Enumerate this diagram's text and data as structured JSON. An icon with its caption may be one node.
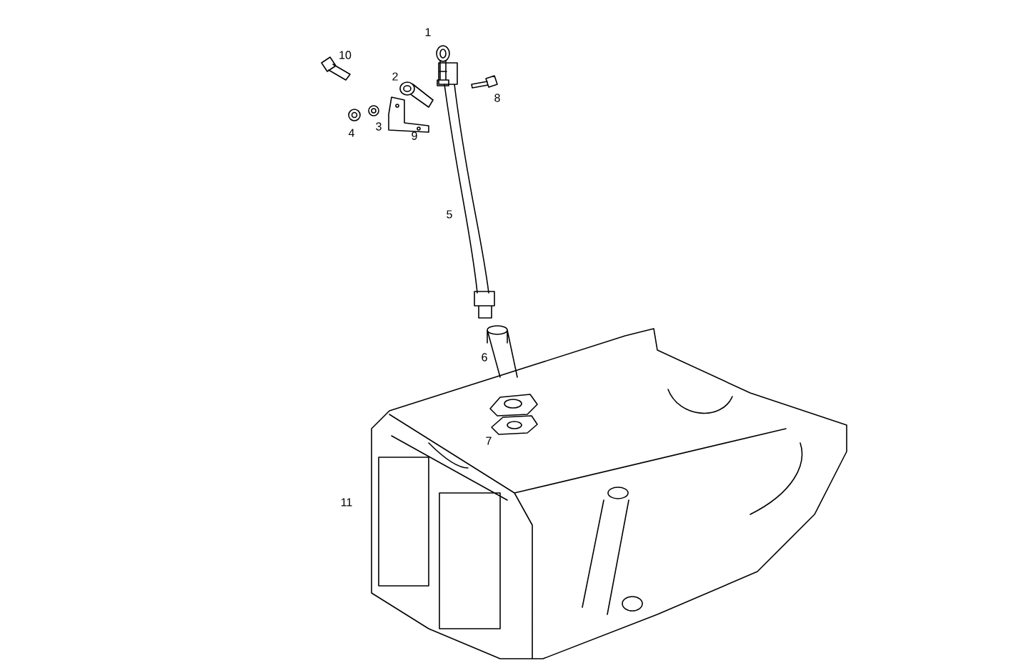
{
  "diagram": {
    "labels": [
      "1",
      "10",
      "2",
      "8",
      "3",
      "4",
      "9",
      "5",
      "6",
      "7",
      "11"
    ]
  }
}
